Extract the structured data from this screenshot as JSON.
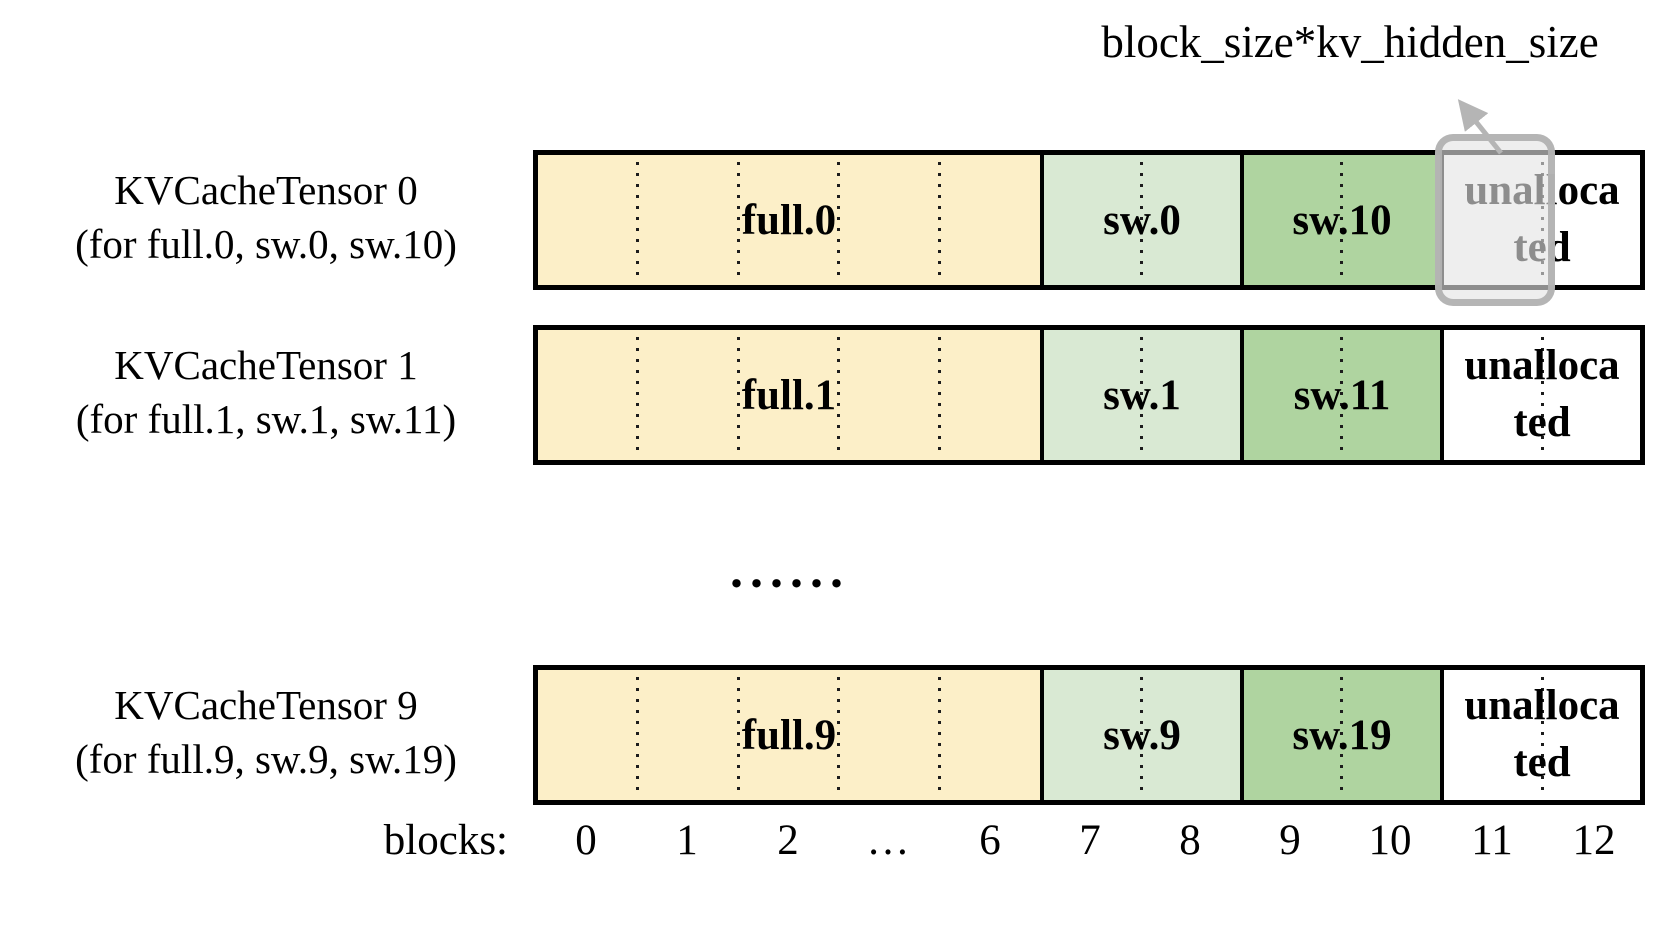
{
  "annotation": {
    "label": "block_size*kv_hidden_size"
  },
  "colors": {
    "full_block": "#FCEFC8",
    "sw_early_block": "#D9E9D3",
    "sw_late_block": "#AFD4A0",
    "unallocated_block": "#FFFFFF",
    "bar_border": "#000000",
    "highlight_fill": "#E4E4E4",
    "highlight_stroke": "#B2B2B2",
    "arrow": "#B5B5B5"
  },
  "rows": [
    {
      "title": "KVCacheTensor 0",
      "subtitle": "(for full.0, sw.0, sw.10)",
      "full_label": "full.0",
      "sw_label": "sw.0",
      "sw2_label": "sw.10",
      "unallocated_lines": [
        "unalloca",
        "ted"
      ]
    },
    {
      "title": "KVCacheTensor 1",
      "subtitle": "(for full.1, sw.1, sw.11)",
      "full_label": "full.1",
      "sw_label": "sw.1",
      "sw2_label": "sw.11",
      "unallocated_lines": [
        "unalloca",
        "ted"
      ]
    },
    {
      "title": "KVCacheTensor 9",
      "subtitle": "(for full.9, sw.9, sw.19)",
      "full_label": "full.9",
      "sw_label": "sw.9",
      "sw2_label": "sw.19",
      "unallocated_lines": [
        "unalloca",
        "ted"
      ]
    }
  ],
  "ellipsis": "......",
  "axis": {
    "label": "blocks:",
    "ticks": [
      "0",
      "1",
      "2",
      "…",
      "6",
      "7",
      "8",
      "9",
      "10",
      "11",
      "12"
    ]
  }
}
